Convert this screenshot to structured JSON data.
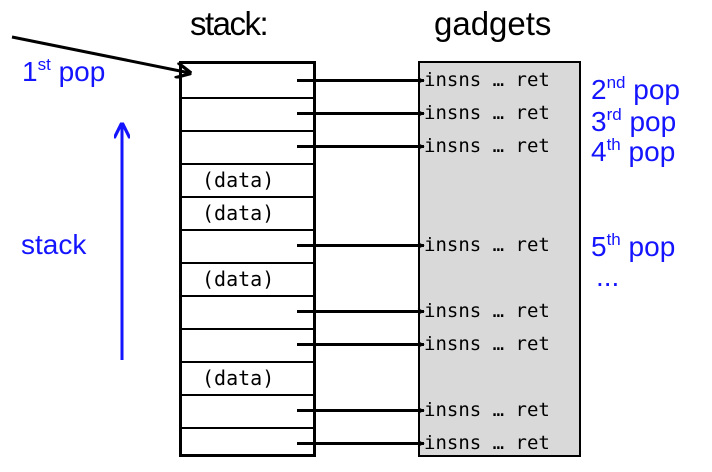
{
  "titles": {
    "stack": "stack:",
    "gadgets": "gadgets"
  },
  "stack_slots": [
    "",
    "",
    "",
    "(data)",
    "(data)",
    "",
    "(data)",
    "",
    "",
    "(data)",
    "",
    ""
  ],
  "gadget_text": "insns … ret",
  "gadget_slot_indices": [
    0,
    1,
    2,
    5,
    7,
    8,
    10,
    11
  ],
  "pop_labels": {
    "first": {
      "number": "1",
      "suffix": "st",
      "word": "pop"
    },
    "second": {
      "number": "2",
      "suffix": "nd",
      "word": "pop"
    },
    "third": {
      "number": "3",
      "suffix": "rd",
      "word": "pop"
    },
    "fourth": {
      "number": "4",
      "suffix": "th",
      "word": "pop"
    },
    "fifth": {
      "number": "5",
      "suffix": "th",
      "word": "pop"
    }
  },
  "stack_label": "stack",
  "ellipsis": "...",
  "colors": {
    "annotation": "#1414ff",
    "gadget_fill": "#d9d9d9",
    "line": "#000000"
  }
}
